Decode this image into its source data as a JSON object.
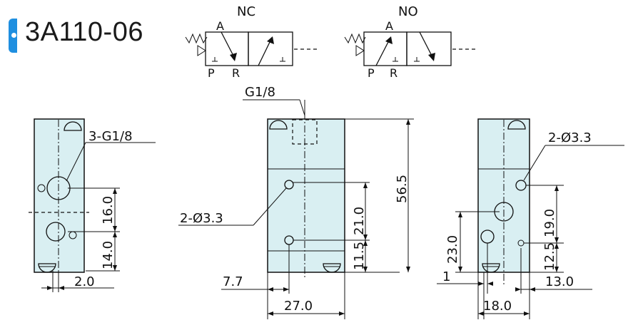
{
  "model": "3A110-06",
  "symbols": {
    "nc": {
      "label": "NC",
      "port_a": "A",
      "port_p": "P",
      "port_r": "R"
    },
    "no": {
      "label": "NO",
      "port_a": "A",
      "port_p": "P",
      "port_r": "R"
    }
  },
  "left_view": {
    "callout": "3-G1/8",
    "dims": {
      "upper": "16.0",
      "lower": "14.0",
      "offset": "2.0"
    }
  },
  "center_view": {
    "port": "G1/8",
    "hole_callout": "2-Ø3.3",
    "dims": {
      "height": "56.5",
      "upper": "21.0",
      "lower": "11.5",
      "width": "27.0",
      "offset": "7.7"
    }
  },
  "right_view": {
    "hole_callout": "2-Ø3.3",
    "dims": {
      "v1": "23.0",
      "v2": "19.0",
      "v3": "12.5",
      "h1": "1",
      "h2": "13.0",
      "width": "18.0"
    }
  },
  "colors": {
    "accent": "#1f8fe0",
    "body": "#d9eff2",
    "line": "#111111"
  }
}
